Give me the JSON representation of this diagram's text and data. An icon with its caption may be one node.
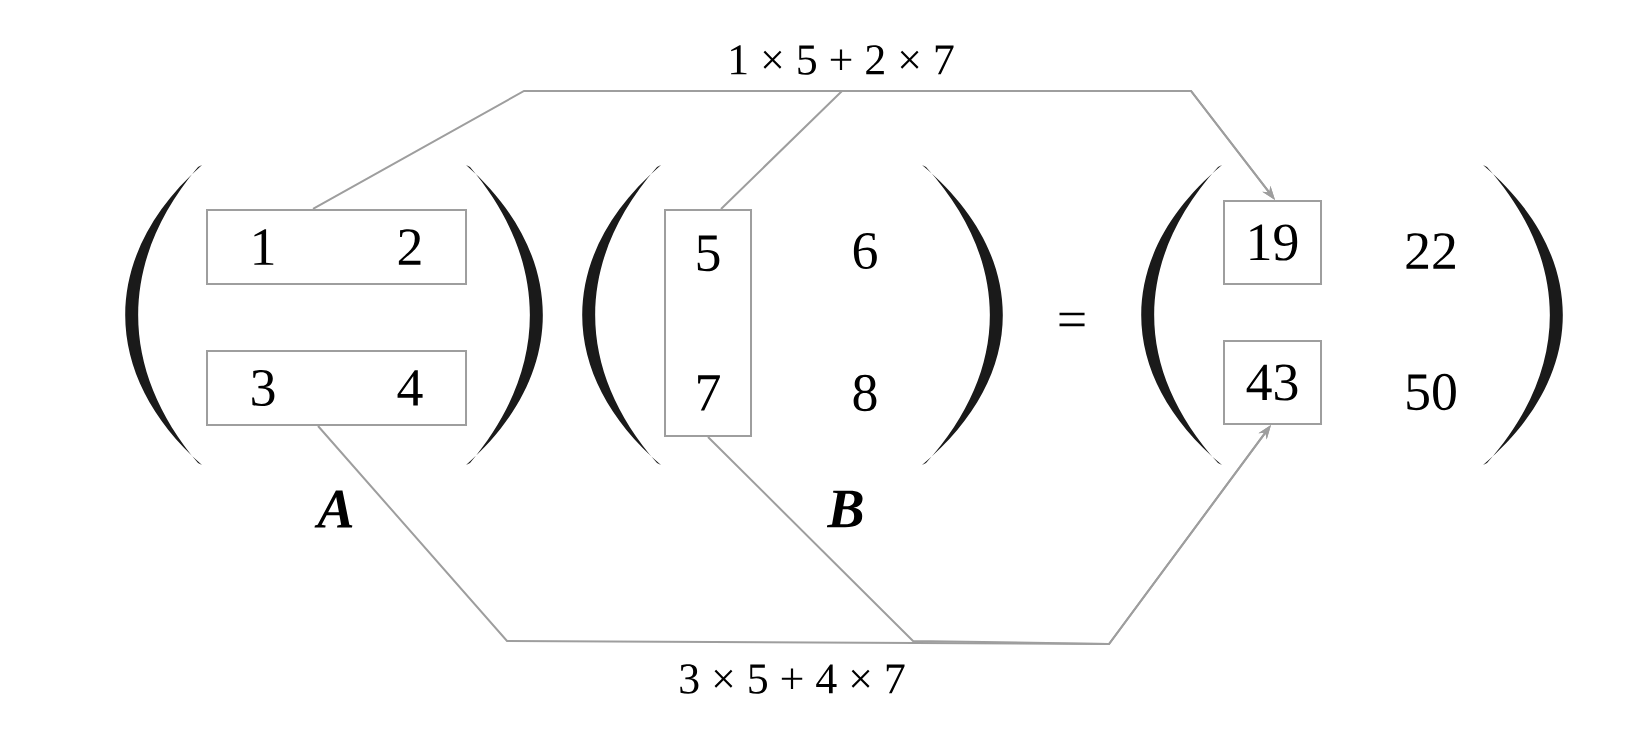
{
  "diagram": {
    "nodes": [
      {
        "text": [
          "1",
          "2"
        ]
      },
      {
        "text": [
          "3",
          "4"
        ]
      },
      {
        "text": [
          "5",
          "7"
        ]
      },
      {
        "text": [
          "19"
        ]
      },
      {
        "text": [
          "43"
        ]
      }
    ],
    "edges": [
      {
        "from": 0,
        "to": 3,
        "arrow": "to",
        "label": "1 × 5 + 2 × 7"
      },
      {
        "from": 2,
        "to": 3,
        "arrow": "to"
      },
      {
        "from": 1,
        "to": 4,
        "arrow": "to",
        "label": "3 × 5 + 4 × 7"
      },
      {
        "from": 2,
        "to": 4,
        "arrow": "to"
      }
    ],
    "labels": [
      "6",
      "22",
      "=",
      "8",
      "50",
      "A",
      "B"
    ]
  }
}
